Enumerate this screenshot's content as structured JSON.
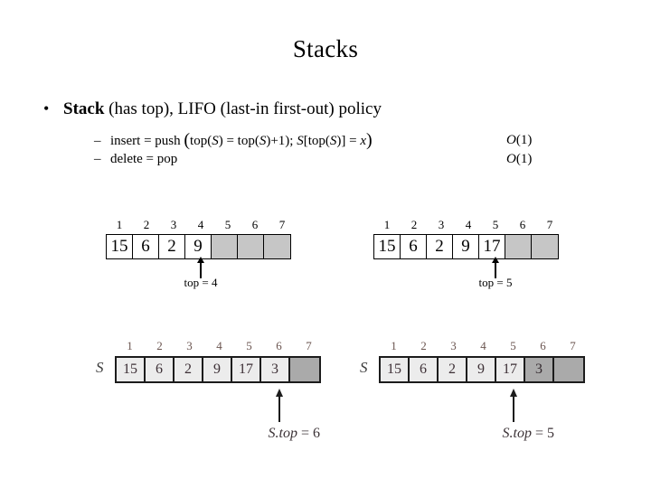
{
  "slide": {
    "title": "Stacks",
    "bullet": {
      "bold_lead": "Stack",
      "rest": " (has top), LIFO (last-in first-out) policy"
    },
    "sub_bullets": [
      {
        "marker": "–",
        "text_parts": {
          "lead": "insert = push ",
          "open_paren": "(",
          "body_a": "top(",
          "var_s1": "S",
          "body_b": ") =  top(",
          "var_s2": "S",
          "body_c": ")+1); ",
          "var_s3": "S",
          "body_d": "[top(",
          "var_s4": "S",
          "body_e": ")] = ",
          "var_x": "x",
          "close_paren": ")"
        },
        "complexity_o": "O",
        "complexity_rest": "(1)"
      },
      {
        "marker": "–",
        "text_parts": {
          "lead": "delete = pop"
        },
        "complexity_o": "O",
        "complexity_rest": "(1)"
      }
    ],
    "diagrams": {
      "top_left": {
        "indices": [
          "1",
          "2",
          "3",
          "4",
          "5",
          "6",
          "7"
        ],
        "cells": [
          "15",
          "6",
          "2",
          "9",
          "",
          "",
          ""
        ],
        "filled_count": 4,
        "pointer_index": 4,
        "pointer_label": "top = 4"
      },
      "top_right": {
        "indices": [
          "1",
          "2",
          "3",
          "4",
          "5",
          "6",
          "7"
        ],
        "cells": [
          "15",
          "6",
          "2",
          "9",
          "17",
          "",
          ""
        ],
        "filled_count": 5,
        "pointer_index": 5,
        "pointer_label": "top = 5"
      },
      "bottom_left": {
        "array_label": "S",
        "indices": [
          "1",
          "2",
          "3",
          "4",
          "5",
          "6",
          "7"
        ],
        "cells": [
          "15",
          "6",
          "2",
          "9",
          "17",
          "3",
          ""
        ],
        "shaded_from": 7,
        "pointer_index": 6,
        "caption_var": "S.top",
        "caption_rest": " = 6"
      },
      "bottom_right": {
        "array_label": "S",
        "indices": [
          "1",
          "2",
          "3",
          "4",
          "5",
          "6",
          "7"
        ],
        "cells": [
          "15",
          "6",
          "2",
          "9",
          "17",
          "3",
          ""
        ],
        "shaded_from": 6,
        "pointer_index": 5,
        "caption_var": "S.top",
        "caption_rest": " = 5"
      }
    }
  },
  "colors": {
    "background": "#ffffff",
    "text": "#000000",
    "empty_cell": "#c6c6c6",
    "scan_cell": "#ececec",
    "scan_shaded": "#aaaaaa",
    "scan_index": "#6b5550"
  }
}
